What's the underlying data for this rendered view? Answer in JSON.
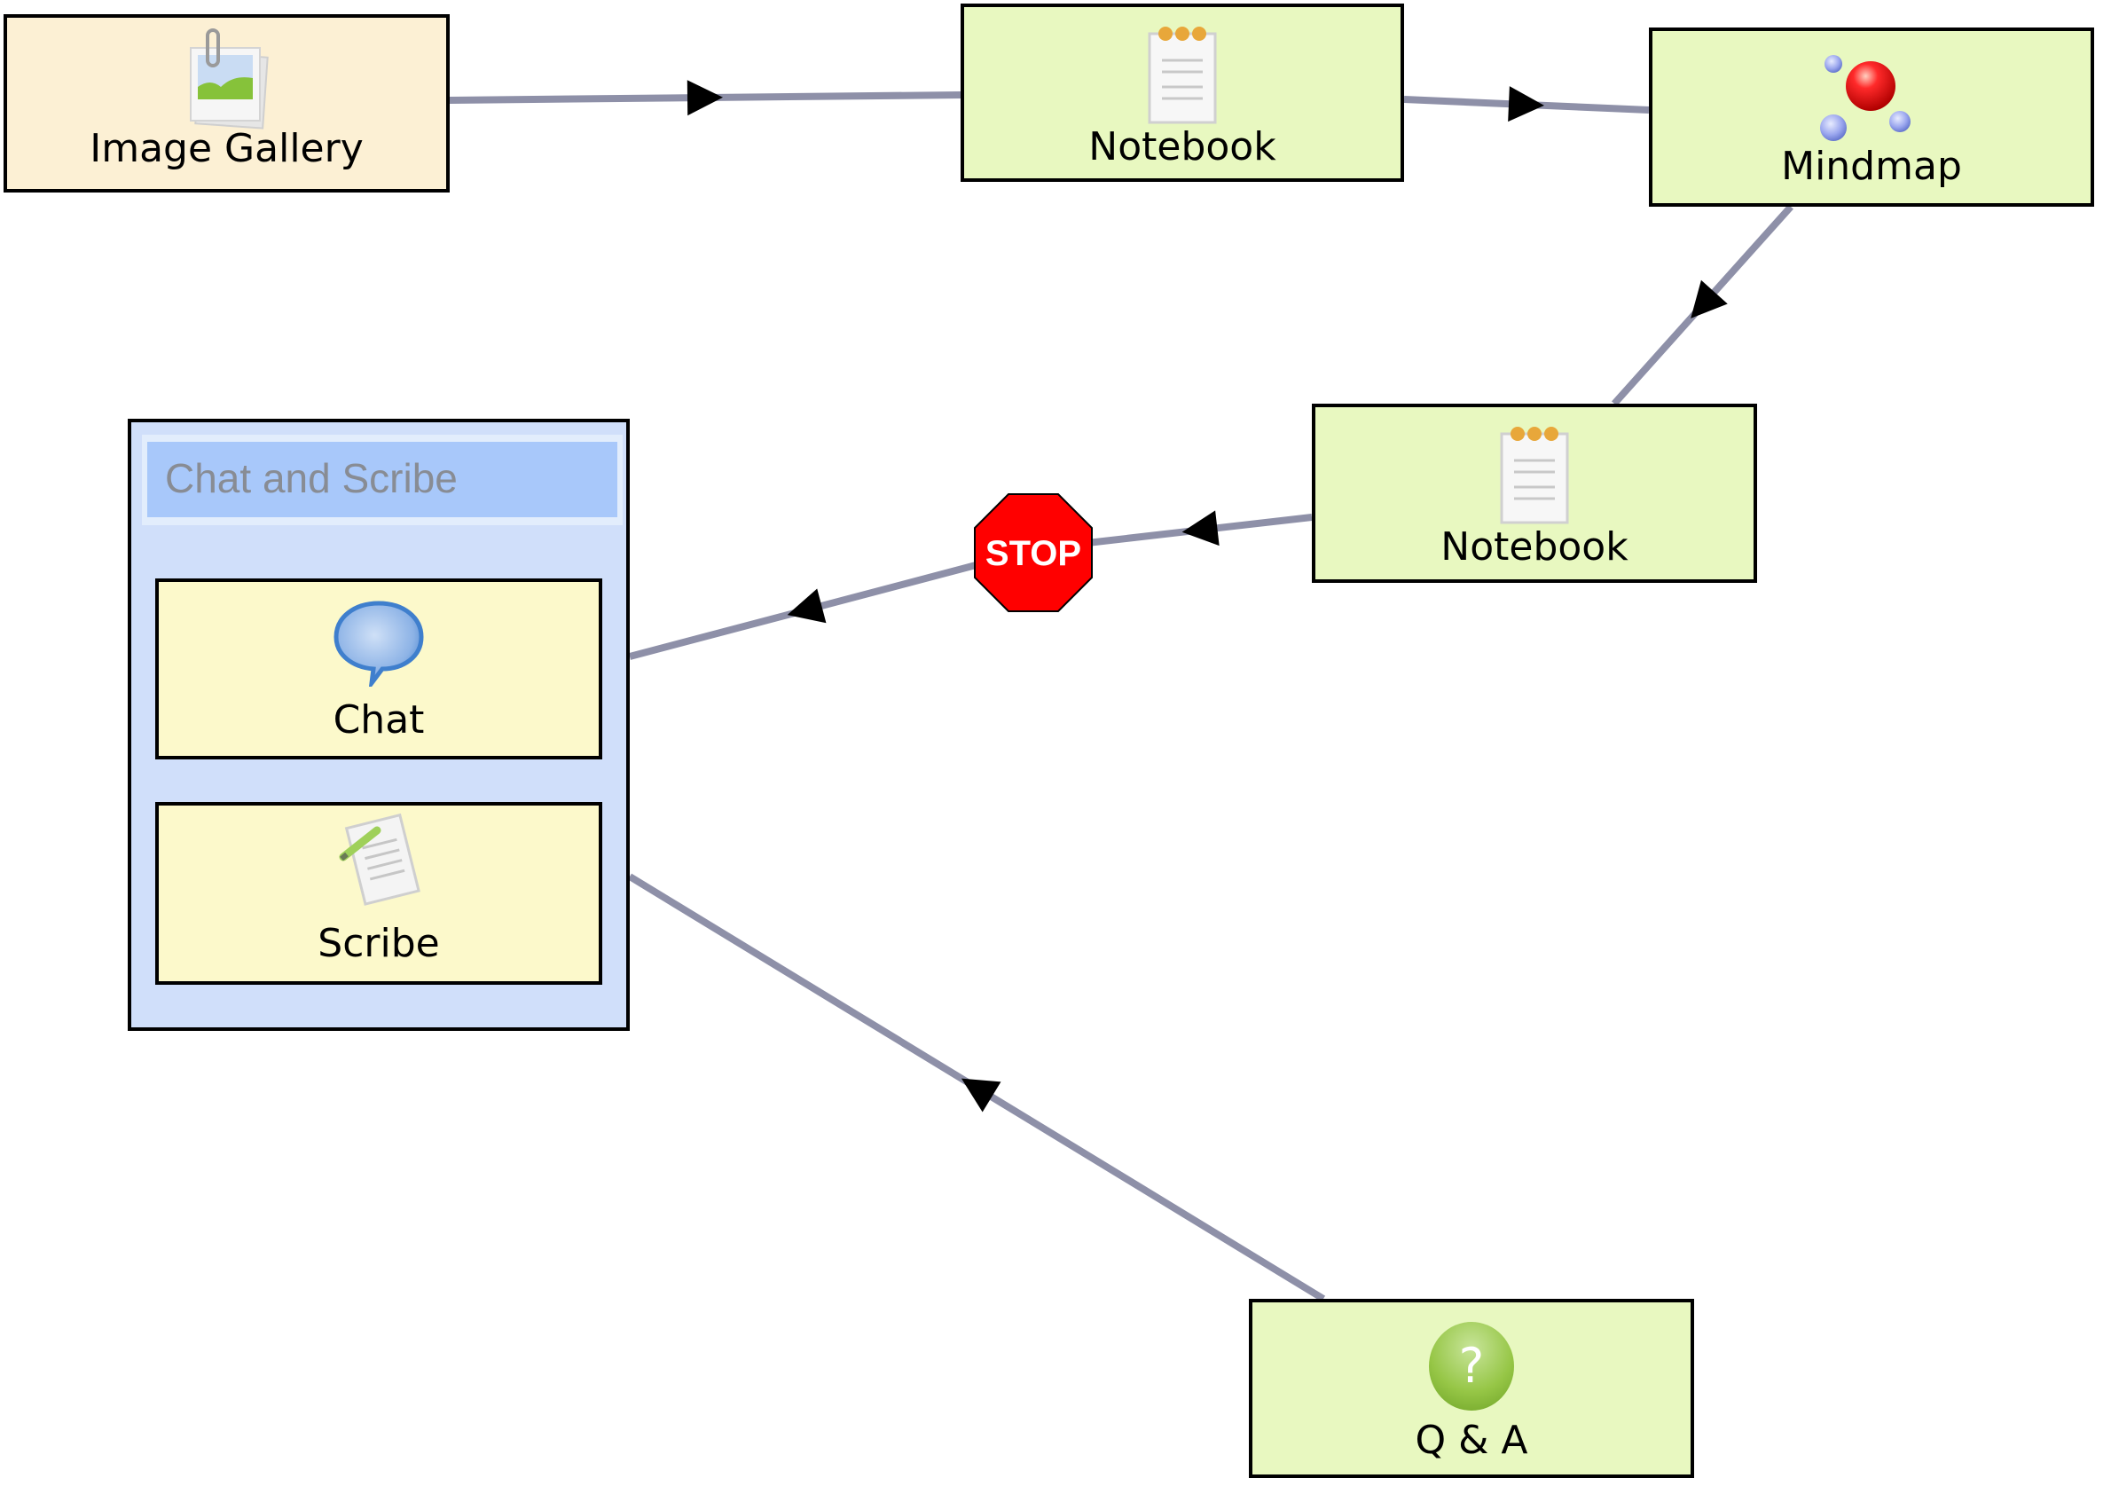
{
  "diagram": {
    "type": "learning-design-sequence",
    "colors": {
      "edge": "#8e90a8",
      "activity_fill": "#e8f8c0",
      "gallery_fill": "#fcf0d4",
      "grouped_fill": "#fcf9cb",
      "group_fill": "#d0dffa",
      "group_header_fill": "#a8c8fa",
      "group_title_text": "#888c94",
      "stop_fill": "#ff0000"
    },
    "nodes": [
      {
        "id": "image-gallery",
        "label": "Image Gallery",
        "icon": "image-gallery-icon"
      },
      {
        "id": "notebook-1",
        "label": "Notebook",
        "icon": "notebook-icon"
      },
      {
        "id": "mindmap",
        "label": "Mindmap",
        "icon": "mindmap-icon"
      },
      {
        "id": "notebook-2",
        "label": "Notebook",
        "icon": "notebook-icon"
      },
      {
        "id": "stop-gate",
        "label": "STOP",
        "icon": "stop-sign-icon"
      },
      {
        "id": "qa",
        "label": "Q & A",
        "icon": "question-icon"
      }
    ],
    "group": {
      "id": "chat-and-scribe",
      "title": "Chat and Scribe",
      "children": [
        {
          "id": "chat",
          "label": "Chat",
          "icon": "chat-bubble-icon"
        },
        {
          "id": "scribe",
          "label": "Scribe",
          "icon": "scribe-icon"
        }
      ]
    },
    "edges": [
      {
        "from": "image-gallery",
        "to": "notebook-1"
      },
      {
        "from": "notebook-1",
        "to": "mindmap"
      },
      {
        "from": "mindmap",
        "to": "notebook-2"
      },
      {
        "from": "notebook-2",
        "to": "stop-gate"
      },
      {
        "from": "stop-gate",
        "to": "chat-and-scribe"
      },
      {
        "from": "qa",
        "to": "chat-and-scribe"
      }
    ]
  }
}
